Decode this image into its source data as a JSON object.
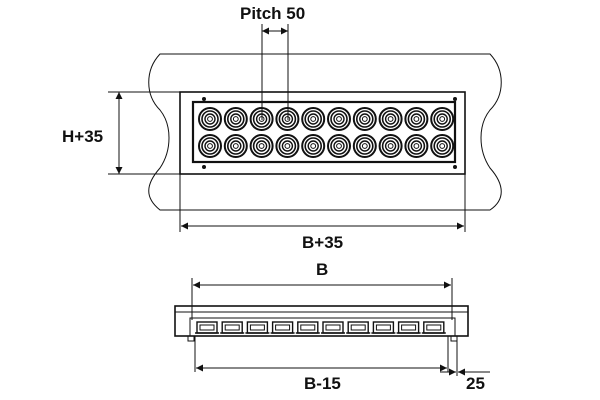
{
  "diagram": {
    "labels": {
      "pitch": "Pitch 50",
      "height": "H+35",
      "width_outer": "B+35",
      "width_inner": "B",
      "width_base": "B-15",
      "offset": "25"
    },
    "grid": {
      "columns": 10,
      "rows": 2
    },
    "side_view": {
      "modules": 10
    }
  }
}
